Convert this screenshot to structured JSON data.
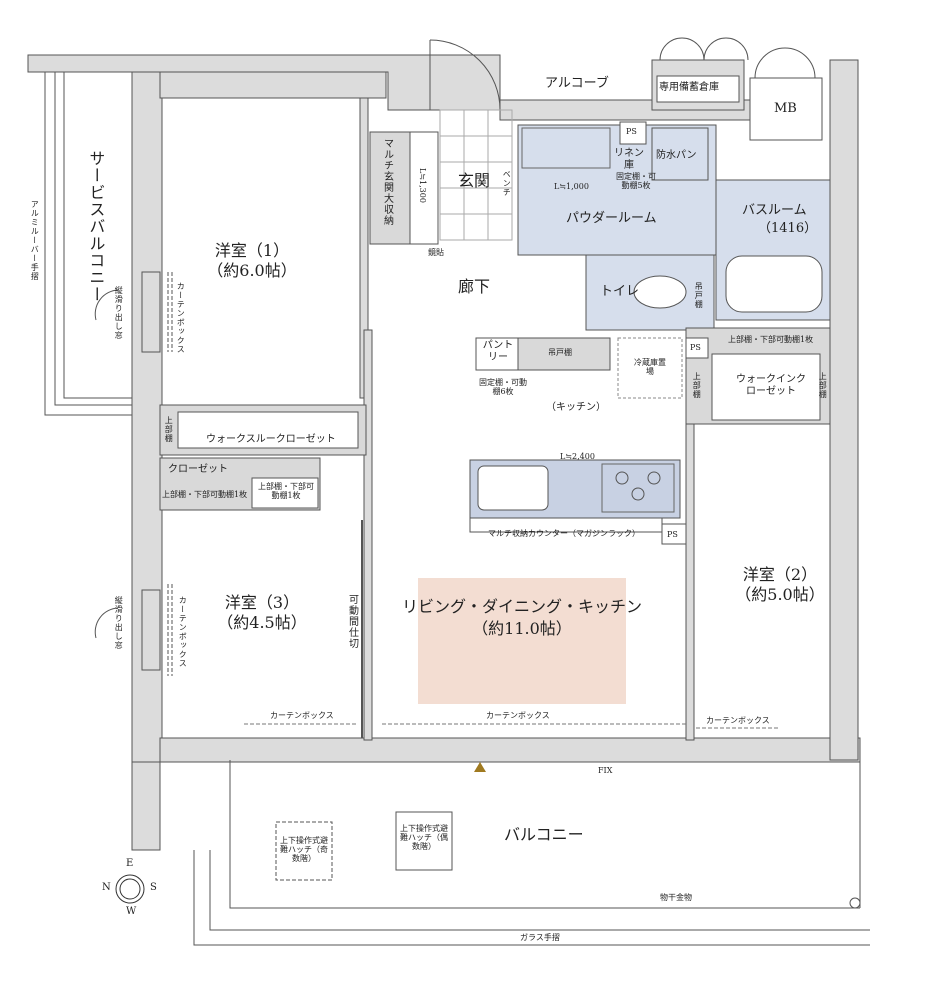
{
  "rooms": {
    "alcove": "アルコーブ",
    "storage_room": "専用備蓄倉庫",
    "mb": "MB",
    "service_balcony": "サービスバルコニー",
    "aluminum_rail": "アルミルーバー手摺",
    "western1_name": "洋室（1）",
    "western1_size": "（約6.0帖）",
    "multi_storage": "マルチ玄関大収納",
    "storage_dim": "L≒1,300",
    "entrance": "玄関",
    "bench": "ベンチ",
    "shoe_mirror": "鏡貼",
    "hallway": "廊下",
    "powder_room": "パウダールーム",
    "powder_dim": "L≒1,000",
    "shelf_note": "固定棚・可動棚5枚",
    "linen": "リネン庫",
    "waterpan": "防水パン",
    "bathroom": "バスルーム",
    "bath_size": "（1416）",
    "toilet": "トイレ",
    "toilet_shelf": "吊戸棚",
    "ps": "PS",
    "pantry": "パントリー",
    "pantry_shelf": "固定棚・可動棚6枚",
    "hanging_shelf": "吊戸棚",
    "fridge": "冷蔵庫置場",
    "kitchen": "（キッチン）",
    "kitchen_dim": "L≒2,400",
    "counter": "マルチ収納カウンター（マガジンラック）",
    "upper_shelf": "上部棚",
    "upper_shelves_note": "上部棚・下部可動棚1枚",
    "walkin": "ウォークインクローゼット",
    "walkthrough": "ウォークスルークローゼット",
    "closet": "クローゼット",
    "closet_shelf": "上部棚・下部可動棚1枚",
    "closet_shelf2": "上部棚・下部可動棚1枚",
    "curtain_box": "カーテンボックス",
    "sliding_window": "縦滑り出し窓",
    "western3_name": "洋室（3）",
    "western3_size": "（約4.5帖）",
    "movable_partition": "可動間仕切",
    "ldk_name": "リビング・ダイニング・キッチン",
    "ldk_size": "（約11.0帖）",
    "western2_name": "洋室（2）",
    "western2_size": "（約5.0帖）",
    "fix": "FIX",
    "balcony": "バルコニー",
    "hatch_odd": "上下操作式避難ハッチ（奇数階）",
    "hatch_even": "上下操作式避難ハッチ（偶数階）",
    "laundry": "物干金物",
    "glass_rail": "ガラス手摺"
  },
  "compass": {
    "e": "E",
    "s": "S",
    "w": "W",
    "n": "N"
  },
  "colors": {
    "wall": "#dcdcdc",
    "wet": "#d6deec",
    "ldk": "#f3ddd2",
    "storage": "#d9d9d9",
    "counter": "#c8d1e3"
  }
}
